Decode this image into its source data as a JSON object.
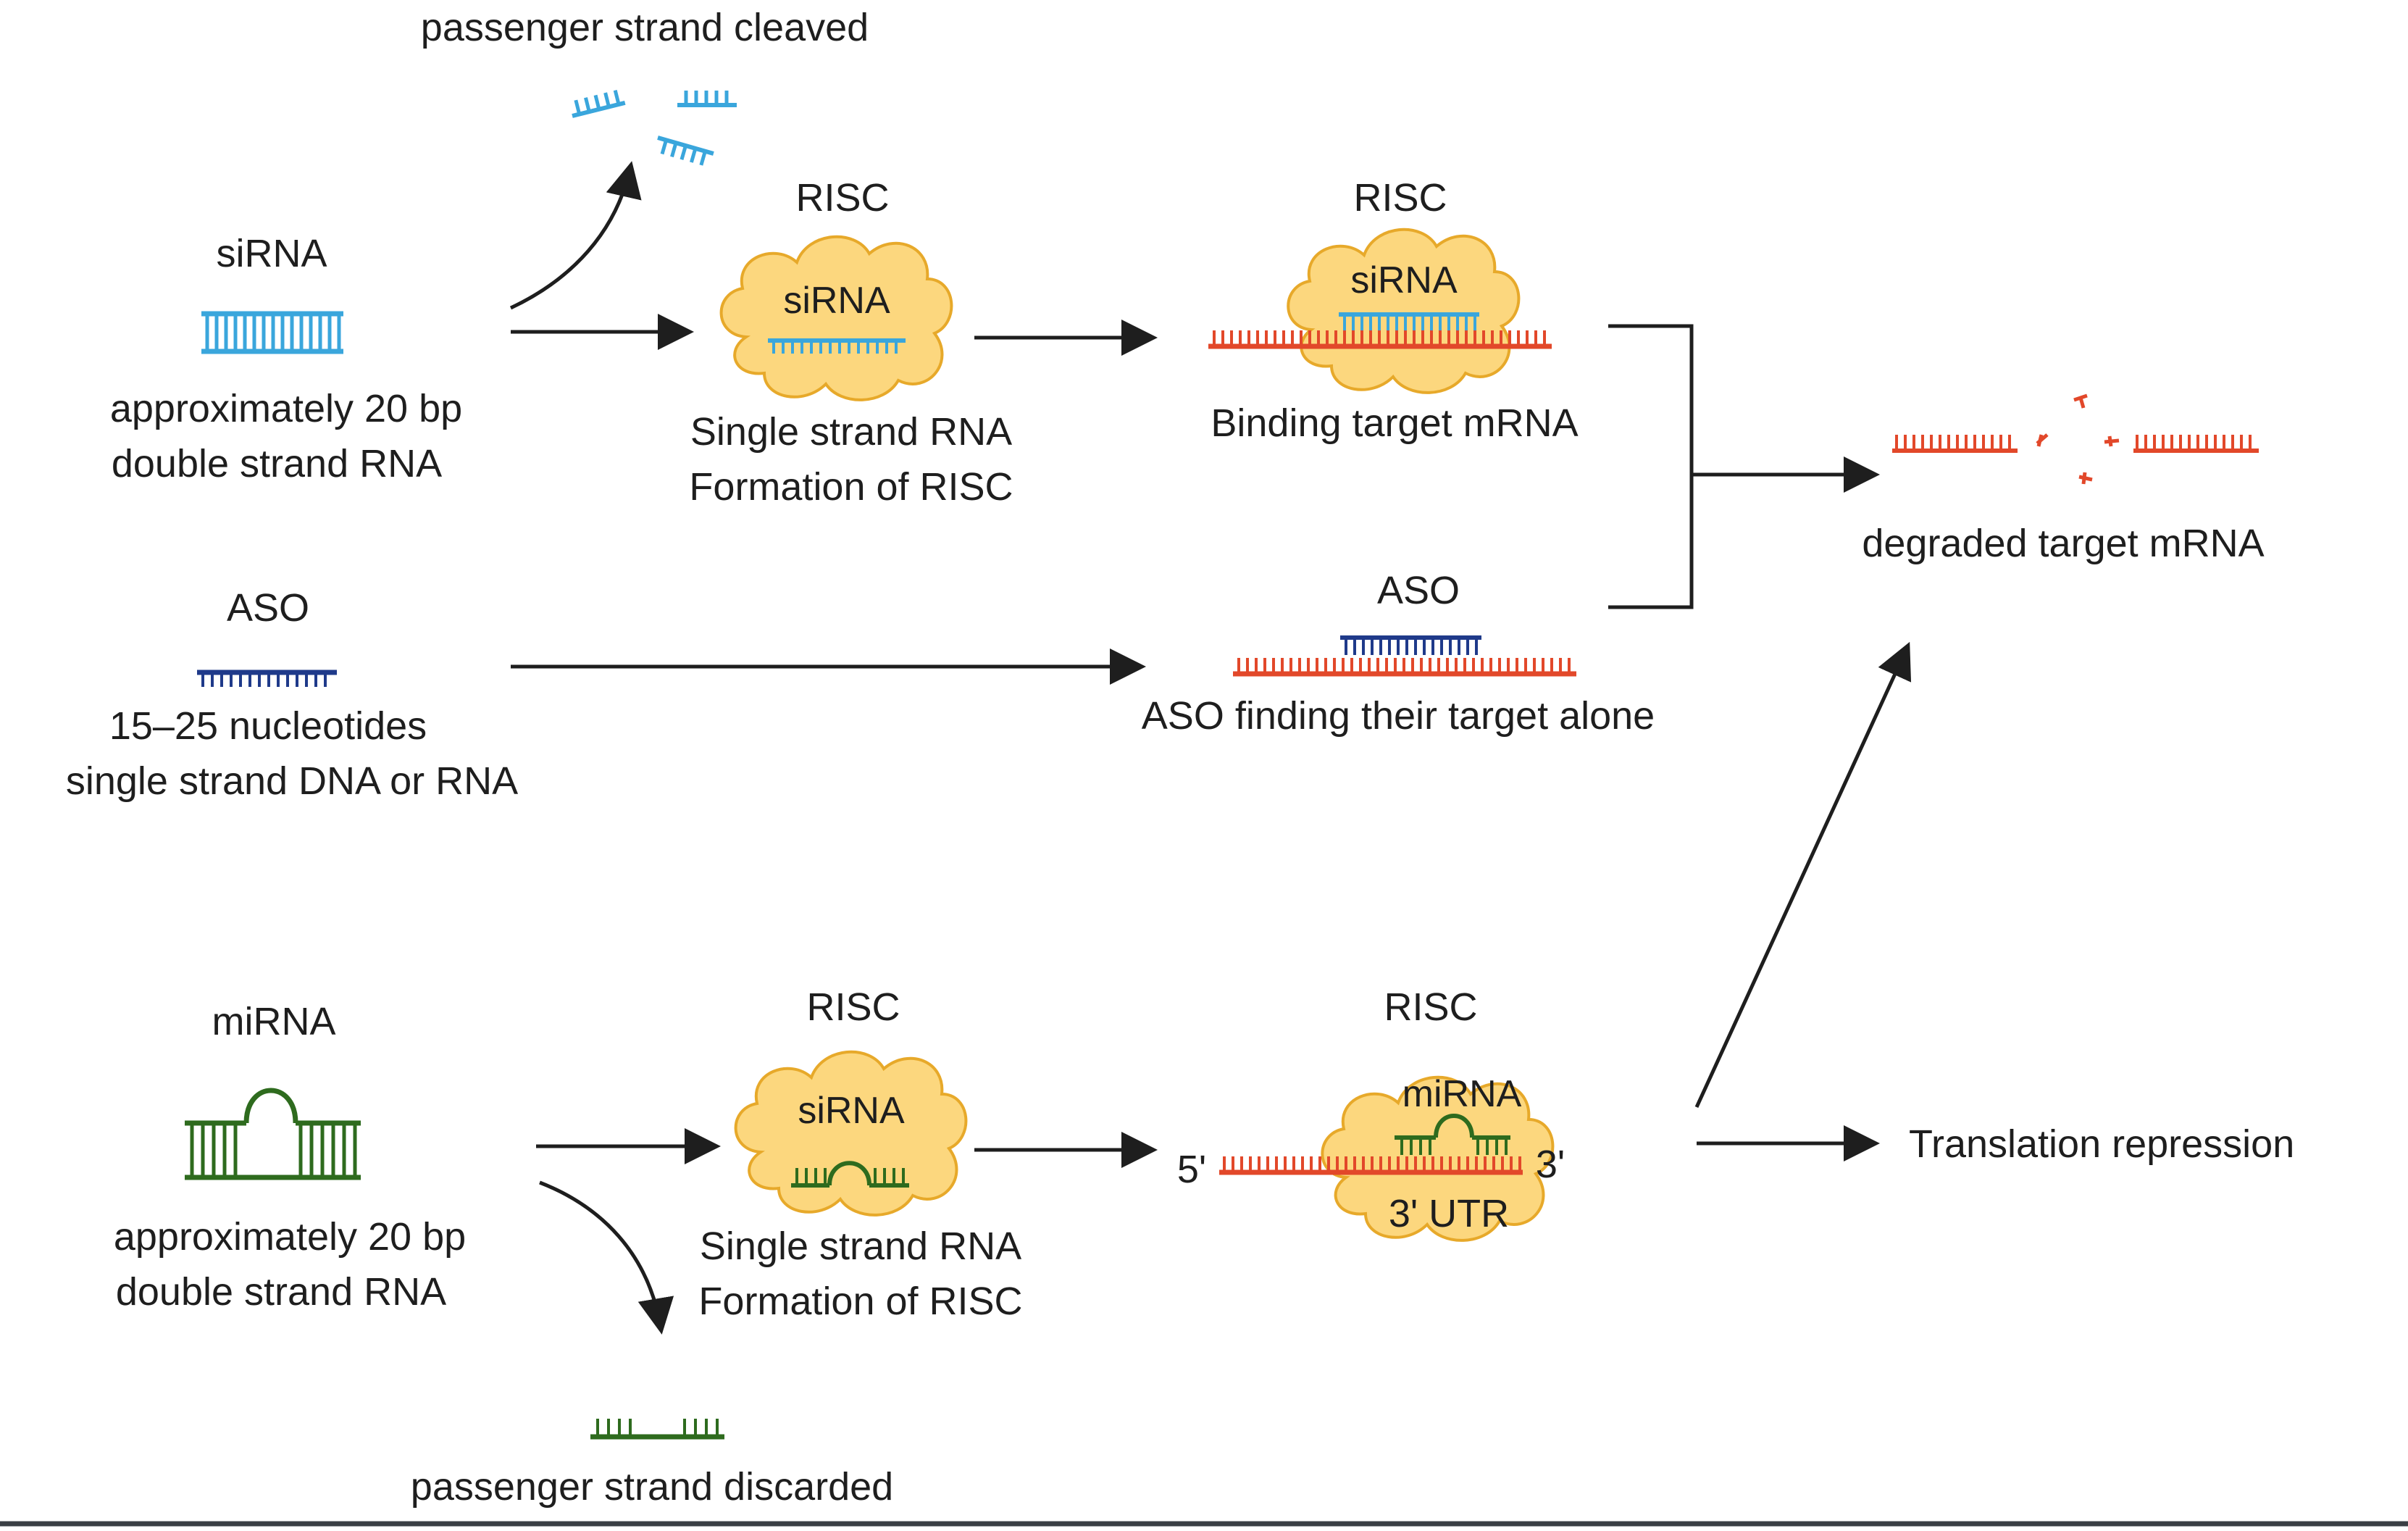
{
  "colors": {
    "sirna": "#3aa6dc",
    "aso": "#1f3a8a",
    "mirna": "#2e6b1e",
    "target_mrna": "#e2482a",
    "risc_fill": "#fcd77e",
    "risc_stroke": "#e7a92a",
    "arrow": "#1e1e1e"
  },
  "sirna": {
    "title": "siRNA",
    "desc_line1": "approximately 20 bp",
    "desc_line2": "double strand  RNA",
    "passenger_label": "passenger strand cleaved",
    "risc_label": "RISC",
    "risc_inner": "siRNA",
    "step2_line1": "Single strand RNA",
    "step2_line2": "Formation of RISC",
    "risc2_label": "RISC",
    "risc2_inner": "siRNA",
    "step3_label": "Binding target mRNA"
  },
  "aso": {
    "title": "ASO",
    "desc_line1": "15–25 nucleotides",
    "desc_line2": "single strand DNA or RNA",
    "target_label": "ASO",
    "step_label": "ASO finding their target alone"
  },
  "outcome": {
    "degraded_label": "degraded target mRNA",
    "repression_label": "Translation repression"
  },
  "mirna": {
    "title": "miRNA",
    "desc_line1": "approximately 20 bp",
    "desc_line2": "double strand  RNA",
    "passenger_label": "passenger strand discarded",
    "risc_label": "RISC",
    "risc_inner": "siRNA",
    "step2_line1": "Single strand RNA",
    "step2_line2": "Formation of RISC",
    "risc2_label": "RISC",
    "risc2_inner": "miRNA",
    "five_prime": "5'",
    "three_prime": "3'",
    "utr_label": "3' UTR"
  }
}
